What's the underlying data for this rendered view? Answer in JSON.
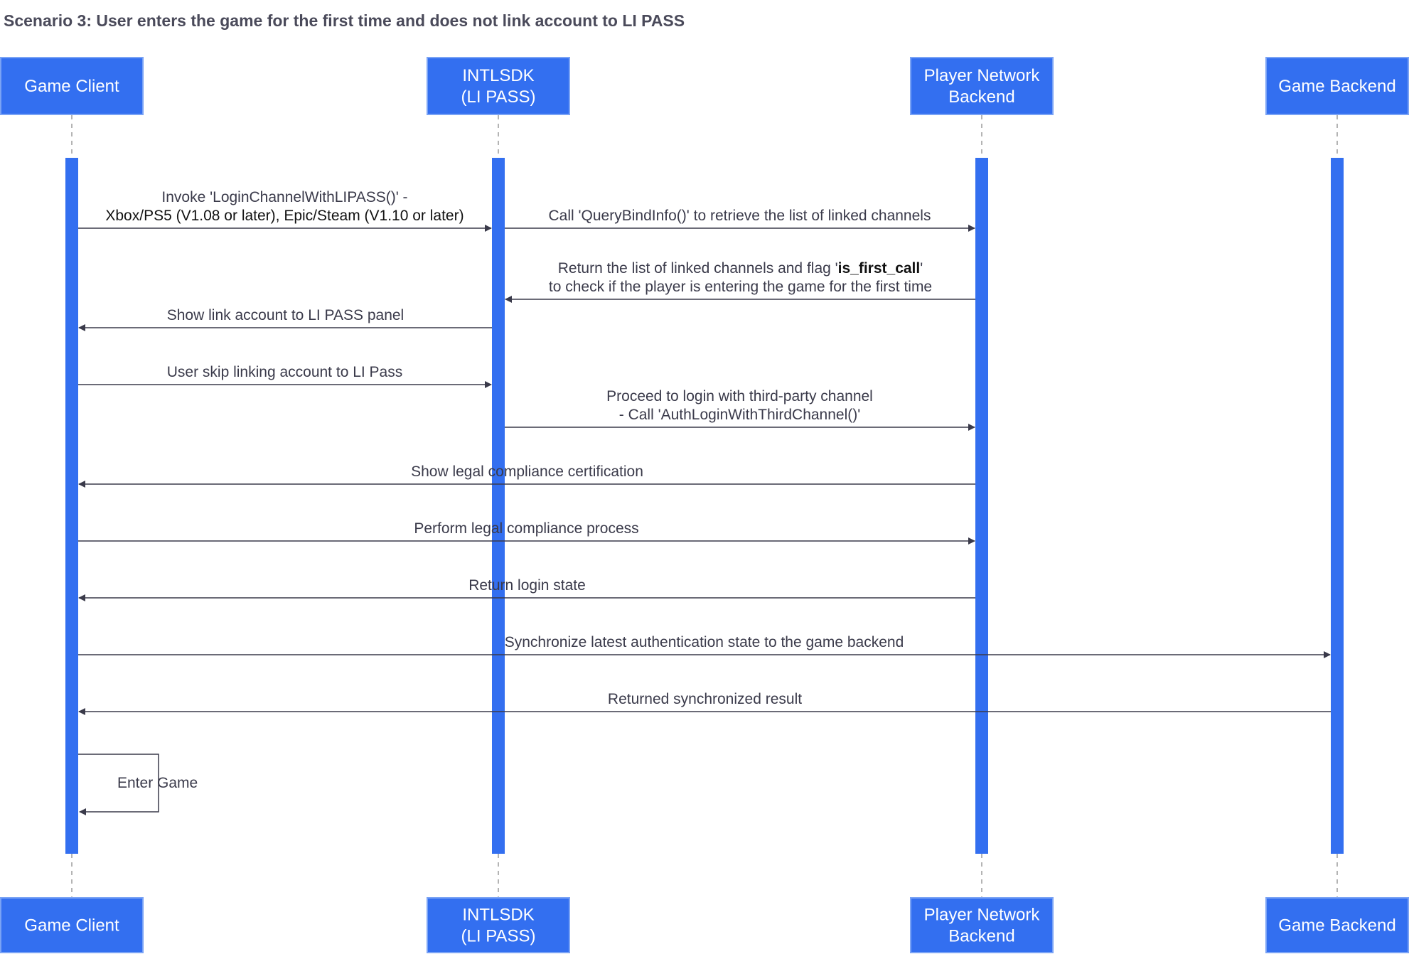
{
  "title": "Scenario 3: User enters the game for the first time and does not link account to LI PASS",
  "colors": {
    "participant_fill": "#336ff0",
    "participant_stroke": "#7aa3f5",
    "lifeline_bar": "#336ff0",
    "arrow": "#3a3a4a",
    "dashed_line": "#b4b4b4"
  },
  "participants": [
    {
      "id": "game-client",
      "label": [
        "Game Client"
      ]
    },
    {
      "id": "intlsdk",
      "label": [
        "INTLSDK",
        "(LI PASS)"
      ]
    },
    {
      "id": "player-network-backend",
      "label": [
        "Player Network",
        "Backend"
      ]
    },
    {
      "id": "game-backend",
      "label": [
        "Game Backend"
      ]
    }
  ],
  "messages": [
    {
      "from": "game-client",
      "to": "intlsdk",
      "lines": [
        [
          {
            "t": "Invoke 'LoginChannelWithLIPASS()' -"
          }
        ],
        [
          {
            "t": "Xbox/PS5 (V1.08 or later), Epic/Steam (V1.10 or later)",
            "dark": true
          }
        ]
      ]
    },
    {
      "from": "intlsdk",
      "to": "player-network-backend",
      "lines": [
        [
          {
            "t": "Call 'QueryBindInfo()' to retrieve the list of linked channels"
          }
        ]
      ]
    },
    {
      "from": "player-network-backend",
      "to": "intlsdk",
      "lines": [
        [
          {
            "t": "Return the list of linked channels and flag '"
          },
          {
            "t": "is_first_call",
            "bold": true
          },
          {
            "t": "'"
          }
        ],
        [
          {
            "t": "to check if the player is entering the game for the first time"
          }
        ]
      ]
    },
    {
      "from": "intlsdk",
      "to": "game-client",
      "lines": [
        [
          {
            "t": "Show link account to LI PASS panel"
          }
        ]
      ]
    },
    {
      "from": "game-client",
      "to": "intlsdk",
      "lines": [
        [
          {
            "t": "User skip linking account to LI Pass"
          }
        ]
      ]
    },
    {
      "from": "intlsdk",
      "to": "player-network-backend",
      "lines": [
        [
          {
            "t": "Proceed to login with third-party channel"
          }
        ],
        [
          {
            "t": "- Call 'AuthLoginWithThirdChannel()'"
          }
        ]
      ]
    },
    {
      "from": "player-network-backend",
      "to": "game-client",
      "lines": [
        [
          {
            "t": "Show legal compliance certification"
          }
        ]
      ]
    },
    {
      "from": "game-client",
      "to": "player-network-backend",
      "lines": [
        [
          {
            "t": "Perform legal compliance process"
          }
        ]
      ]
    },
    {
      "from": "player-network-backend",
      "to": "game-client",
      "lines": [
        [
          {
            "t": "Return login state"
          }
        ]
      ]
    },
    {
      "from": "game-client",
      "to": "game-backend",
      "lines": [
        [
          {
            "t": "Synchronize latest authentication state to the game backend"
          }
        ]
      ]
    },
    {
      "from": "game-backend",
      "to": "game-client",
      "lines": [
        [
          {
            "t": "Returned synchronized result"
          }
        ]
      ]
    },
    {
      "from": "game-client",
      "to": "game-client",
      "self": true,
      "lines": [
        [
          {
            "t": "Enter Game"
          }
        ]
      ]
    }
  ]
}
